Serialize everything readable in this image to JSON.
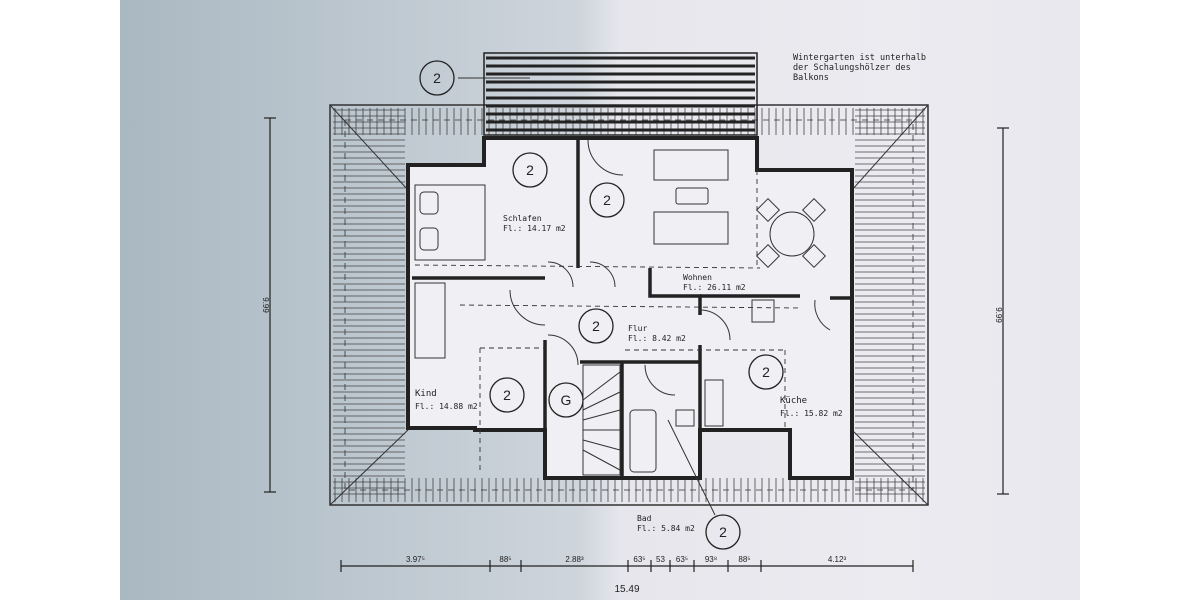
{
  "note": [
    "Wintergarten ist unterhalb",
    "der Schalungshölzer des",
    "Balkons"
  ],
  "rooms": [
    {
      "name": "Schlafen",
      "area": "Fl.: 14.17 m2",
      "marker": "2"
    },
    {
      "name": "Wohnen",
      "area": "Fl.: 26.11 m2",
      "marker": "2"
    },
    {
      "name": "Flur",
      "area": "Fl.: 8.42 m2",
      "marker": "2"
    },
    {
      "name": "Kind",
      "area": "Fl.: 14.88 m2",
      "marker": "2"
    },
    {
      "name": "Küche",
      "area": "Fl.: 15.82 m2",
      "marker": "2"
    },
    {
      "name": "Bad",
      "area": "Fl.: 5.84 m2",
      "marker": "2"
    }
  ],
  "markers": {
    "balcony": "2",
    "stair": "G"
  },
  "dimensions": {
    "bottom_segments": [
      "3.97⁵",
      "88⁵",
      "2.88³",
      "63⁵",
      "53",
      "63⁵",
      "93⁸",
      "88⁵",
      "4.12³"
    ],
    "total_width": "15.49",
    "left_height": "9.99",
    "right_height": "9.99"
  }
}
